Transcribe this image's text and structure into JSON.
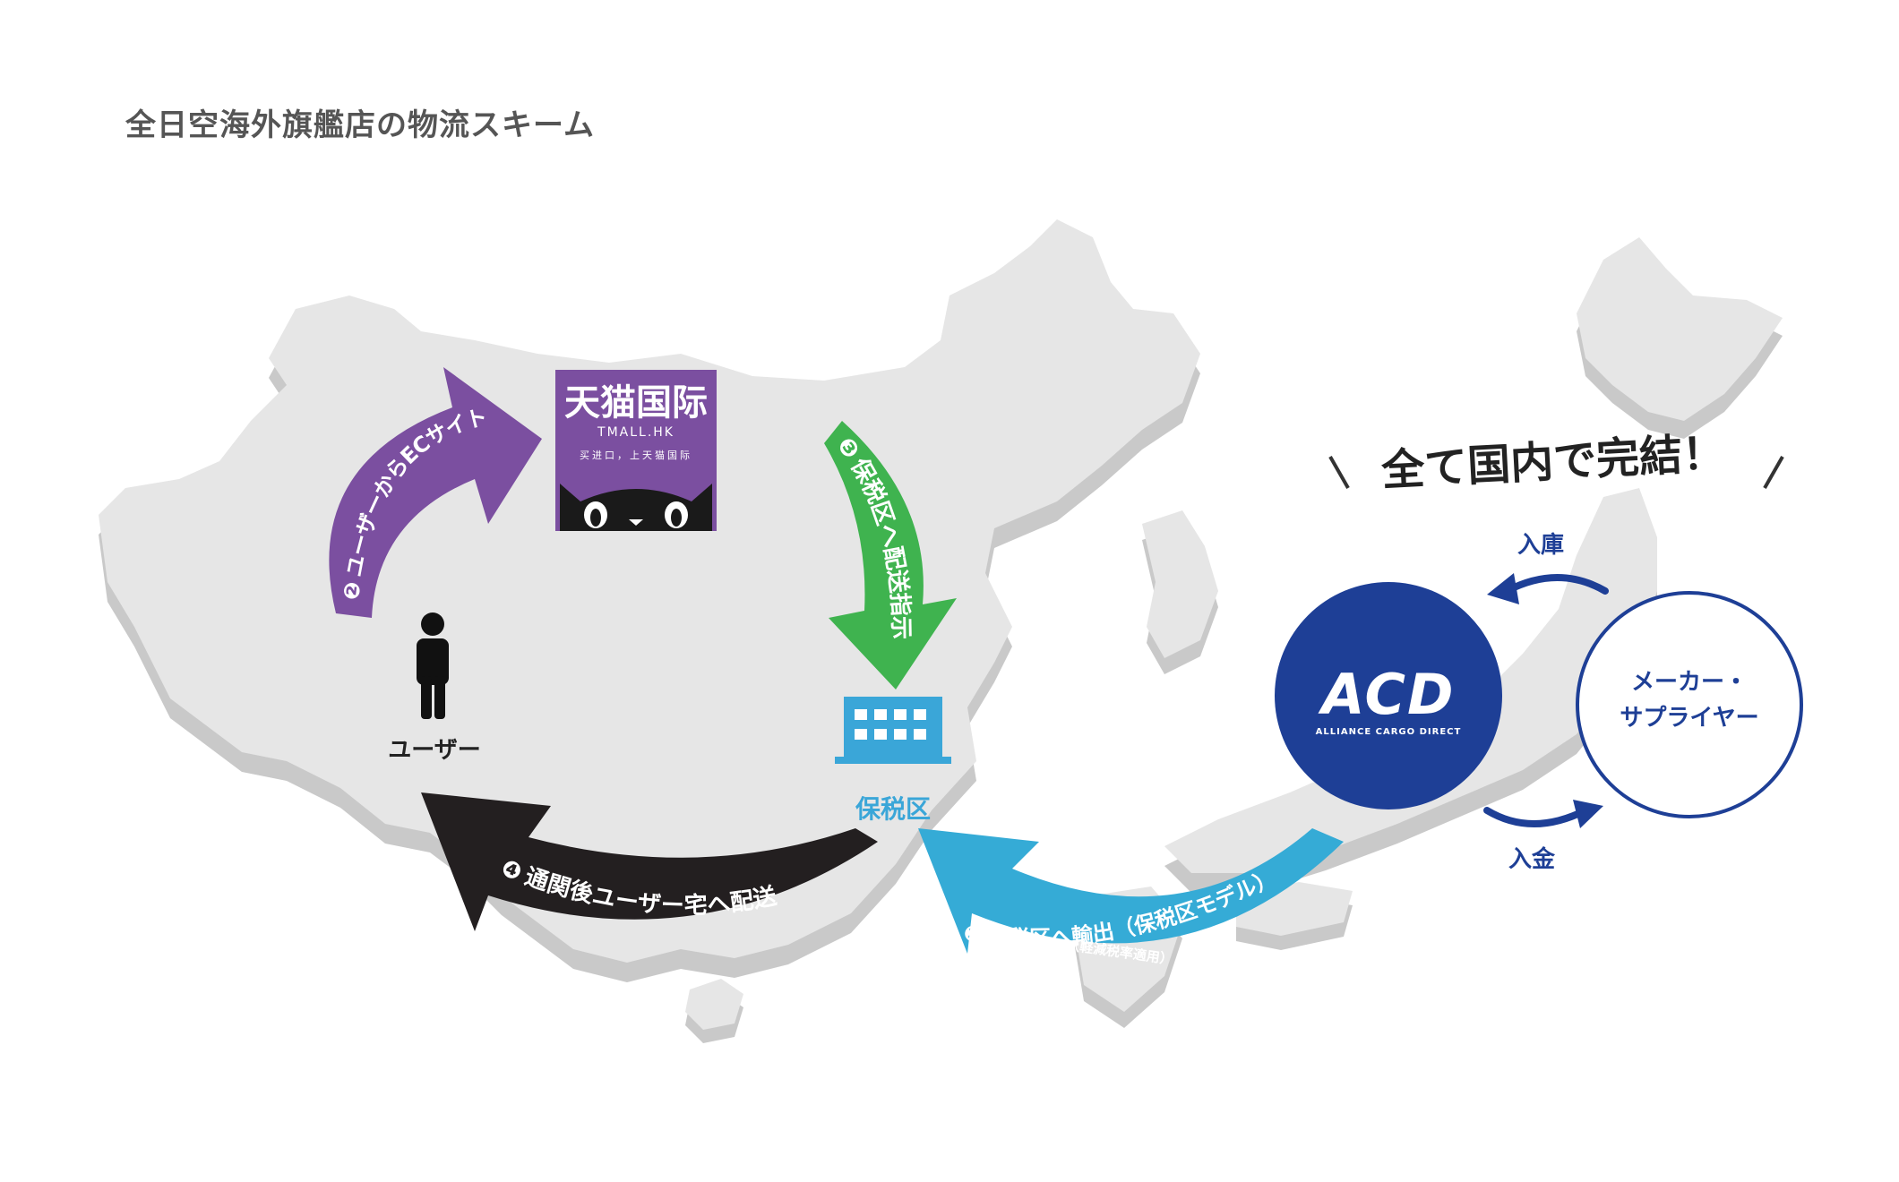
{
  "title": "全日空海外旗艦店の物流スキーム",
  "catchphrase": "全て国内で完結！",
  "tmall": {
    "logo_title": "天猫国际",
    "logo_domain": "TMALL.HK",
    "logo_tagline": "买进口，上天猫国际",
    "color": "#7b4fa0"
  },
  "user": {
    "label": "ユーザー",
    "icon": "person-icon"
  },
  "bonded_zone": {
    "label": "保税区",
    "icon": "building-icon",
    "color": "#3aa6d8"
  },
  "acd": {
    "logo_text": "ACD",
    "logo_subtext": "ALLIANCE CARGO DIRECT",
    "color": "#1e3f96"
  },
  "supplier": {
    "label_line1": "メーカー・",
    "label_line2": "サプライヤー"
  },
  "flows": {
    "step1": {
      "number": "1",
      "label": "保税区へ輸出（保税区モデル）",
      "sublabel": "（軽減税率適用）",
      "color": "#35abd6"
    },
    "step2": {
      "number": "2",
      "label": "ユーザーからECサイトへ注文",
      "color": "#7b4fa0"
    },
    "step3": {
      "number": "3",
      "label": "保税区へ配送指示",
      "color": "#3fb34f"
    },
    "step4": {
      "number": "4",
      "label": "通関後ユーザー宅へ配送",
      "color": "#231f20"
    }
  },
  "acd_flows": {
    "inbound": "入庫",
    "payment": "入金",
    "color": "#1e3f96"
  },
  "map_color": "#e6e6e6"
}
